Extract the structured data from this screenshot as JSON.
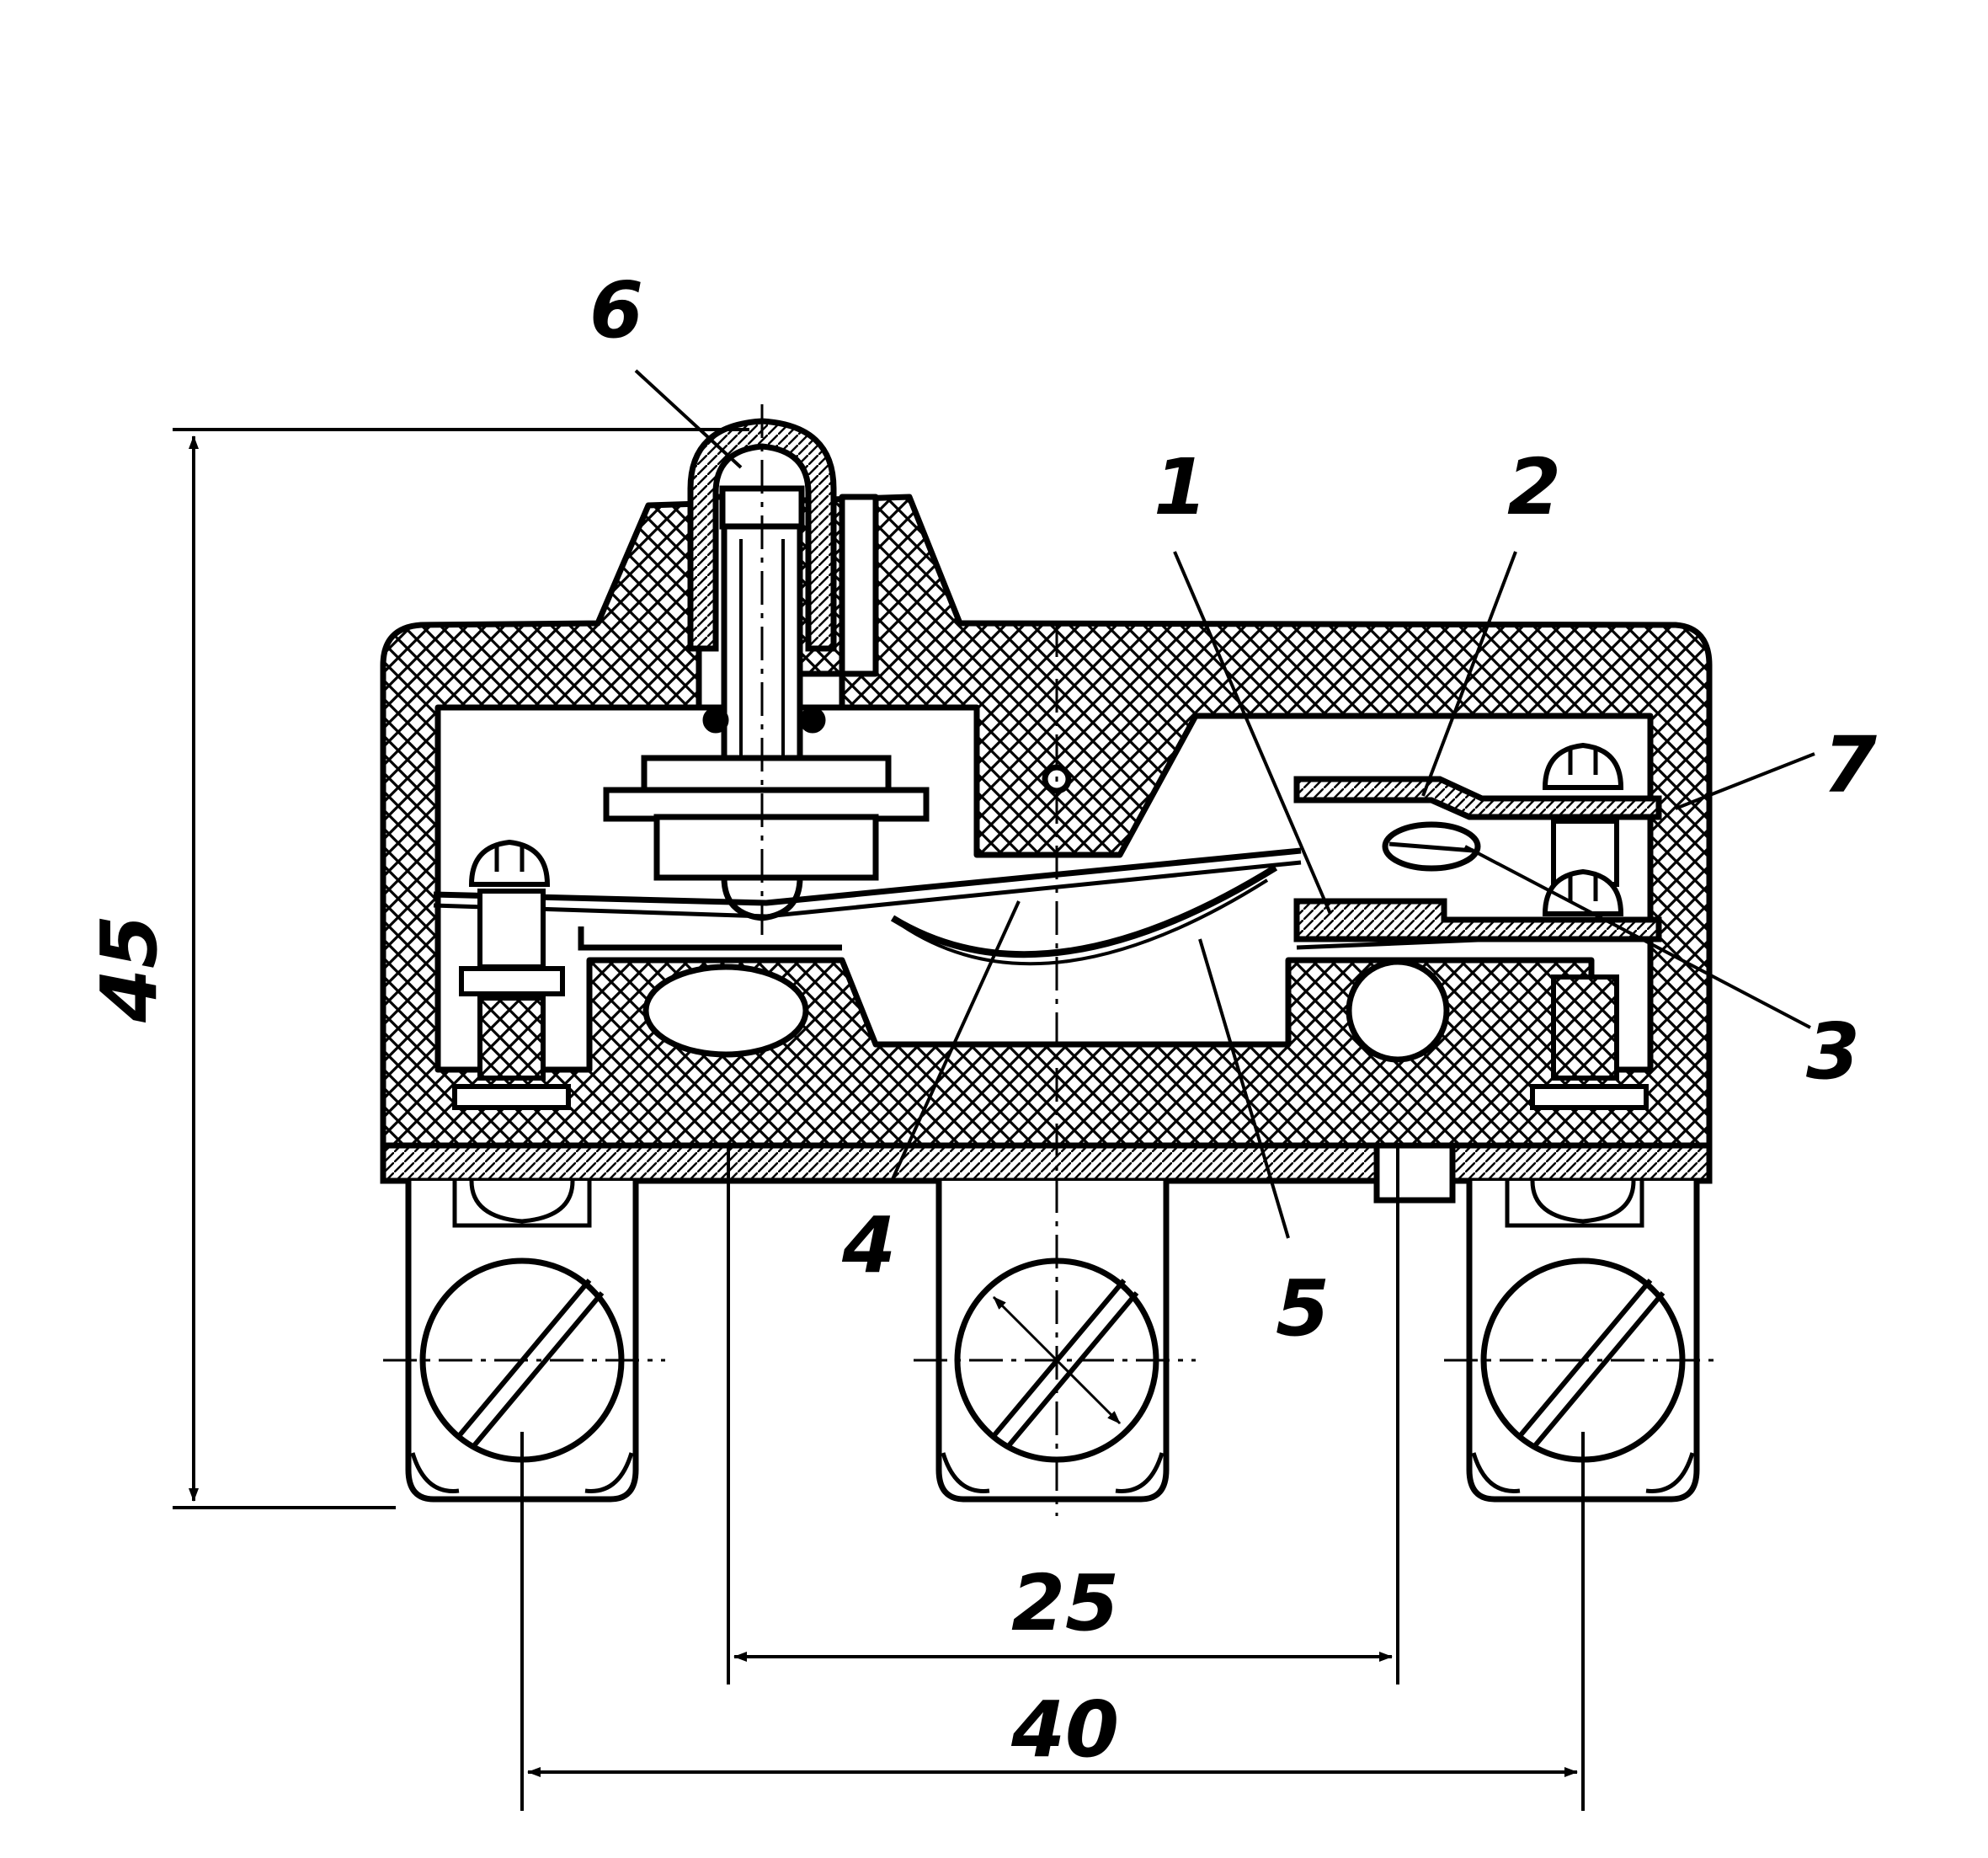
{
  "figure": {
    "colors": {
      "ink": "#000000",
      "paper": "#ffffff"
    },
    "callouts": [
      {
        "id": "1",
        "text": "1"
      },
      {
        "id": "2",
        "text": "2"
      },
      {
        "id": "3",
        "text": "3"
      },
      {
        "id": "4",
        "text": "4"
      },
      {
        "id": "5",
        "text": "5"
      },
      {
        "id": "6",
        "text": "6"
      },
      {
        "id": "7",
        "text": "7"
      }
    ],
    "dimensions": {
      "height": "45",
      "mount_spacing": "25",
      "terminal_spacing": "40"
    }
  }
}
